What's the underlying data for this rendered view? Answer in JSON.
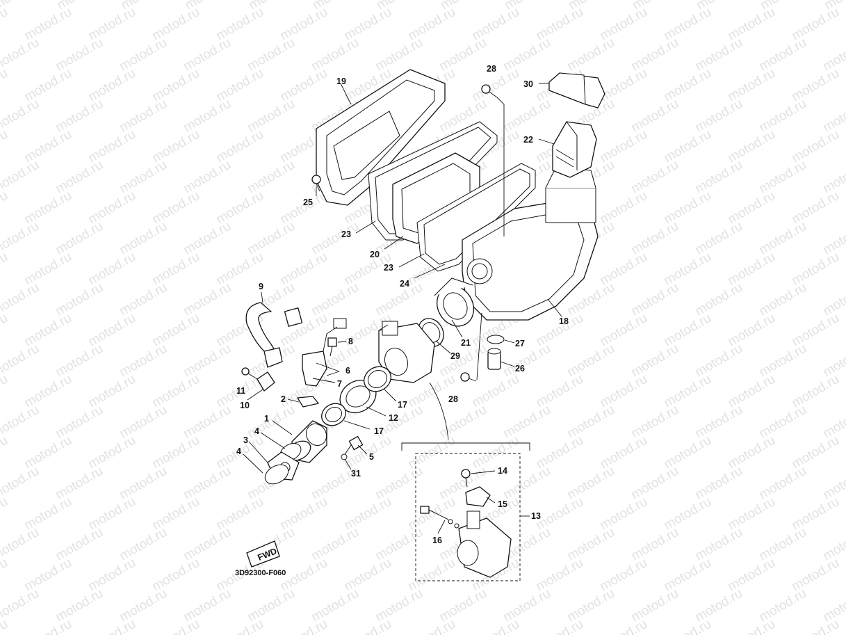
{
  "watermark_text": "motod.ru",
  "diagram_code": "3D92300-F060",
  "fwd_label": "FWD",
  "callouts": [
    {
      "id": "c19",
      "text": "19"
    },
    {
      "id": "c25",
      "text": "25"
    },
    {
      "id": "c23a",
      "text": "23"
    },
    {
      "id": "c20",
      "text": "20"
    },
    {
      "id": "c23b",
      "text": "23"
    },
    {
      "id": "c24",
      "text": "24"
    },
    {
      "id": "c28a",
      "text": "28"
    },
    {
      "id": "c30",
      "text": "30"
    },
    {
      "id": "c22",
      "text": "22"
    },
    {
      "id": "c18",
      "text": "18"
    },
    {
      "id": "c21",
      "text": "21"
    },
    {
      "id": "c29",
      "text": "29"
    },
    {
      "id": "c27",
      "text": "27"
    },
    {
      "id": "c26",
      "text": "26"
    },
    {
      "id": "c28b",
      "text": "28"
    },
    {
      "id": "c9",
      "text": "9"
    },
    {
      "id": "c8",
      "text": "8"
    },
    {
      "id": "c6",
      "text": "6"
    },
    {
      "id": "c7",
      "text": "7"
    },
    {
      "id": "c11",
      "text": "11"
    },
    {
      "id": "c10",
      "text": "10"
    },
    {
      "id": "c2",
      "text": "2"
    },
    {
      "id": "c1",
      "text": "1"
    },
    {
      "id": "c4a",
      "text": "4"
    },
    {
      "id": "c3",
      "text": "3"
    },
    {
      "id": "c4b",
      "text": "4"
    },
    {
      "id": "c17a",
      "text": "17"
    },
    {
      "id": "c12",
      "text": "12"
    },
    {
      "id": "c17b",
      "text": "17"
    },
    {
      "id": "c5",
      "text": "5"
    },
    {
      "id": "c31",
      "text": "31"
    },
    {
      "id": "c14",
      "text": "14"
    },
    {
      "id": "c15",
      "text": "15"
    },
    {
      "id": "c13",
      "text": "13"
    },
    {
      "id": "c16",
      "text": "16"
    }
  ]
}
